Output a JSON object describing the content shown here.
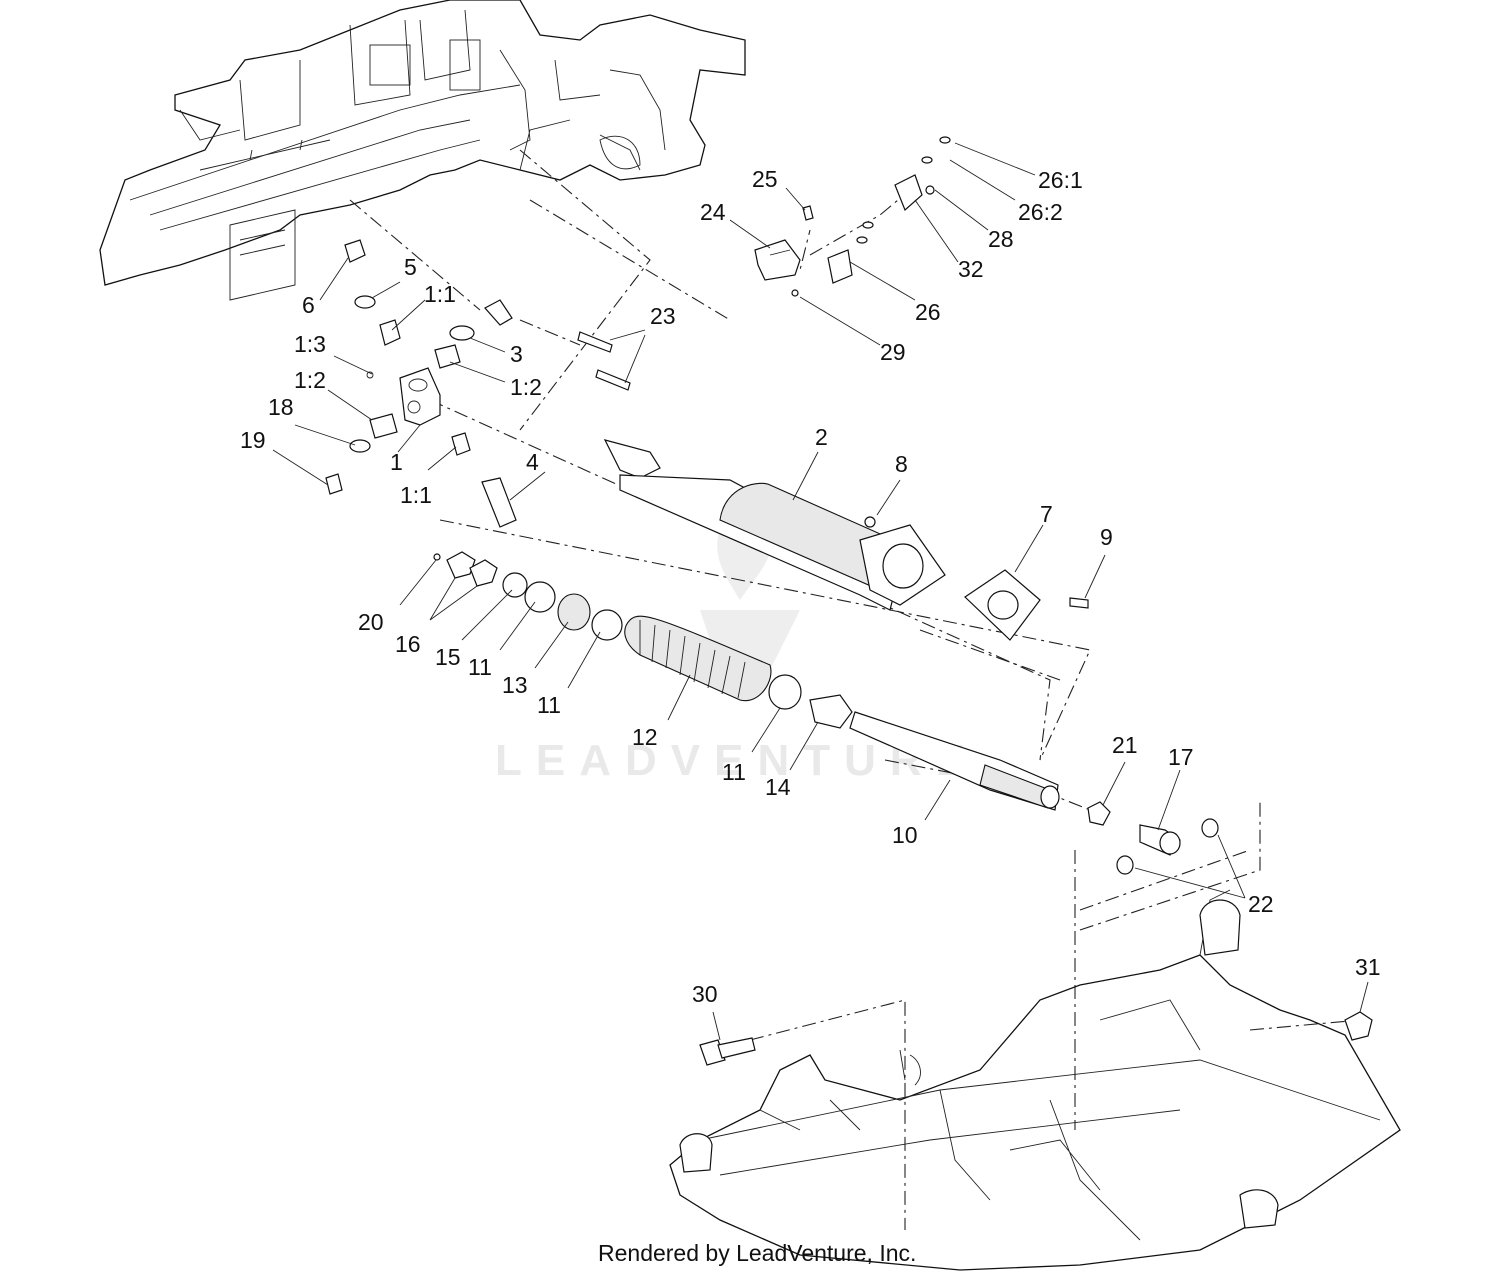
{
  "callouts": [
    {
      "id": "c-6",
      "text": "6"
    },
    {
      "id": "c-5",
      "text": "5"
    },
    {
      "id": "c-1-1a",
      "text": "1:1"
    },
    {
      "id": "c-1-3",
      "text": "1:3"
    },
    {
      "id": "c-1-2a",
      "text": "1:2"
    },
    {
      "id": "c-18",
      "text": "18"
    },
    {
      "id": "c-19",
      "text": "19"
    },
    {
      "id": "c-1",
      "text": "1"
    },
    {
      "id": "c-1-1b",
      "text": "1:1"
    },
    {
      "id": "c-3",
      "text": "3"
    },
    {
      "id": "c-1-2b",
      "text": "1:2"
    },
    {
      "id": "c-4",
      "text": "4"
    },
    {
      "id": "c-23",
      "text": "23"
    },
    {
      "id": "c-24",
      "text": "24"
    },
    {
      "id": "c-25",
      "text": "25"
    },
    {
      "id": "c-29",
      "text": "29"
    },
    {
      "id": "c-26",
      "text": "26"
    },
    {
      "id": "c-32",
      "text": "32"
    },
    {
      "id": "c-28",
      "text": "28"
    },
    {
      "id": "c-26-2",
      "text": "26:2"
    },
    {
      "id": "c-26-1",
      "text": "26:1"
    },
    {
      "id": "c-2",
      "text": "2"
    },
    {
      "id": "c-8",
      "text": "8"
    },
    {
      "id": "c-7",
      "text": "7"
    },
    {
      "id": "c-9",
      "text": "9"
    },
    {
      "id": "c-20",
      "text": "20"
    },
    {
      "id": "c-16",
      "text": "16"
    },
    {
      "id": "c-15",
      "text": "15"
    },
    {
      "id": "c-11a",
      "text": "11"
    },
    {
      "id": "c-13",
      "text": "13"
    },
    {
      "id": "c-11b",
      "text": "11"
    },
    {
      "id": "c-12",
      "text": "12"
    },
    {
      "id": "c-11c",
      "text": "11"
    },
    {
      "id": "c-14",
      "text": "14"
    },
    {
      "id": "c-10",
      "text": "10"
    },
    {
      "id": "c-21",
      "text": "21"
    },
    {
      "id": "c-17",
      "text": "17"
    },
    {
      "id": "c-22",
      "text": "22"
    },
    {
      "id": "c-30",
      "text": "30"
    },
    {
      "id": "c-31",
      "text": "31"
    }
  ],
  "watermark": "LEADVENTURE",
  "footer": "Rendered by LeadVenture, Inc."
}
